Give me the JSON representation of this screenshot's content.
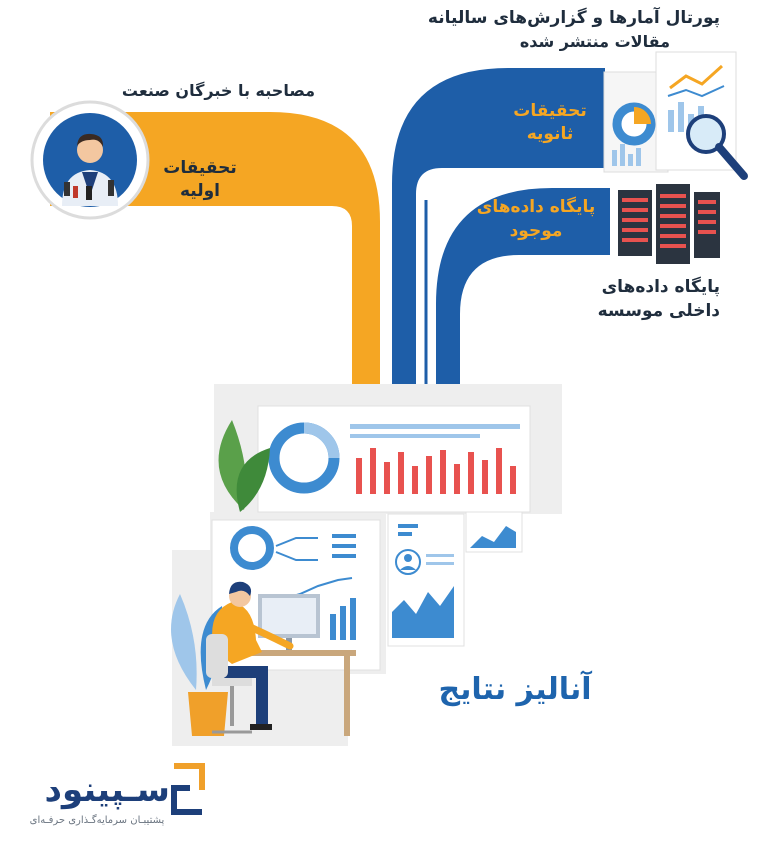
{
  "labels": {
    "portal_line1": "پورتال آمارها و گزارش‌های سالیانه",
    "portal_line2": "مقالات منتشر شده",
    "interview": "مصاحبه با خبرگان صنعت",
    "secondary_line1": "تحقیقات",
    "secondary_line2": "ثانویه",
    "primary_line1": "تحقیقات",
    "primary_line2": "اولیه",
    "existing_db_line1": "پایگاه داده‌های",
    "existing_db_line2": "موجود",
    "internal_db_line1": "پایگاه داده‌های",
    "internal_db_line2": "داخلی موسسه",
    "analysis": "آنالیز نتایج"
  },
  "logo": {
    "name": "سـپینود",
    "tagline": "پشتیبـان سرمایه‌گـذاری حرفـه‌ای"
  },
  "colors": {
    "primary_band": "#f5a623",
    "secondary_band": "#1e5ea8",
    "accent_red": "#e8524f",
    "accent_blue": "#3d8bd0",
    "light_blue": "#9fc6ea",
    "logo_blue": "#1d3f7a",
    "logo_orange": "#f0a02a"
  },
  "icons": {
    "interviewee": "businessman-microphones-icon",
    "report": "report-magnifier-icon",
    "servers": "server-rack-icon",
    "analyst": "analyst-at-desk-icon",
    "logo_mark": "sepinod-logo-icon"
  }
}
